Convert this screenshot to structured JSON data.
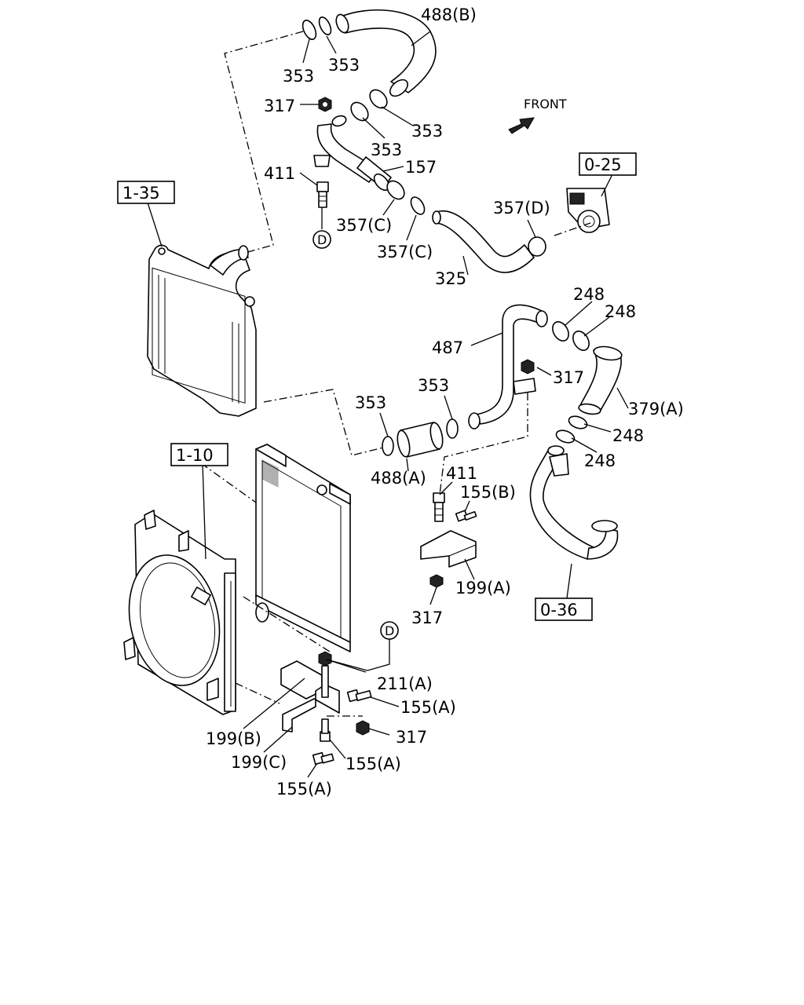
{
  "front_label": "FRONT",
  "ref_boxes": {
    "r135": "1-35",
    "r110": "1-10",
    "r025": "0-25",
    "r036": "0-36"
  },
  "circle_marker": "D",
  "callouts": {
    "c488b": "488(B)",
    "c353a": "353",
    "c353b": "353",
    "c317a": "317",
    "c353c": "353",
    "c353d": "353",
    "c411a": "411",
    "c157": "157",
    "c357c1": "357(C)",
    "c357c2": "357(C)",
    "c357d": "357(D)",
    "c325": "325",
    "c248a": "248",
    "c248b": "248",
    "c487": "487",
    "c317b": "317",
    "c353e": "353",
    "c353f": "353",
    "c379a": "379(A)",
    "c248c": "248",
    "c248d": "248",
    "c488a": "488(A)",
    "c411b": "411",
    "c155b": "155(B)",
    "c199a": "199(A)",
    "c317c": "317",
    "c211a": "211(A)",
    "c155a1": "155(A)",
    "c317d": "317",
    "c199b": "199(B)",
    "c199c": "199(C)",
    "c155a2": "155(A)",
    "c155a3": "155(A)"
  }
}
